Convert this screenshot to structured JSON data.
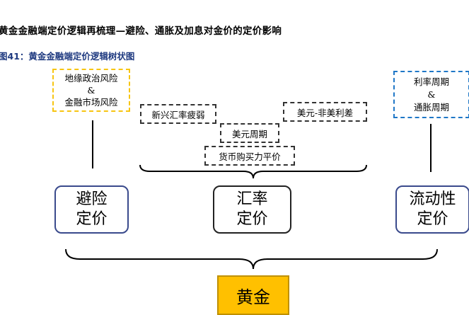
{
  "header": {
    "title": "黄金金融端定价逻辑再梳理—避险、通胀及加息对金价的定价影响"
  },
  "figure": {
    "caption": "图41：黄金金融端定价逻辑树状图"
  },
  "risk_factors": {
    "line1": "地缘政治风险",
    "line2": "&",
    "line3": "金融市场风险"
  },
  "cycle_factors": {
    "line1": "利率周期",
    "line2": "&",
    "line3": "通胀周期"
  },
  "fx_factors": {
    "emerging_fx": "新兴汇率疲弱",
    "usd_spread": "美元-非美利差",
    "usd_cycle": "美元周期",
    "ppp": "货币购买力平价"
  },
  "pricing": {
    "safe_haven_line1": "避险",
    "safe_haven_line2": "定价",
    "fx_line1": "汇率",
    "fx_line2": "定价",
    "liquidity_line1": "流动性",
    "liquidity_line2": "定价"
  },
  "gold": {
    "label": "黄金"
  },
  "colors": {
    "risk_border": "#f7c512",
    "cycle_border": "#1f77c7",
    "caption_text": "#1f3a80",
    "gold_fill": "#ffc000",
    "safe_haven_border": "#3a4a8c"
  }
}
